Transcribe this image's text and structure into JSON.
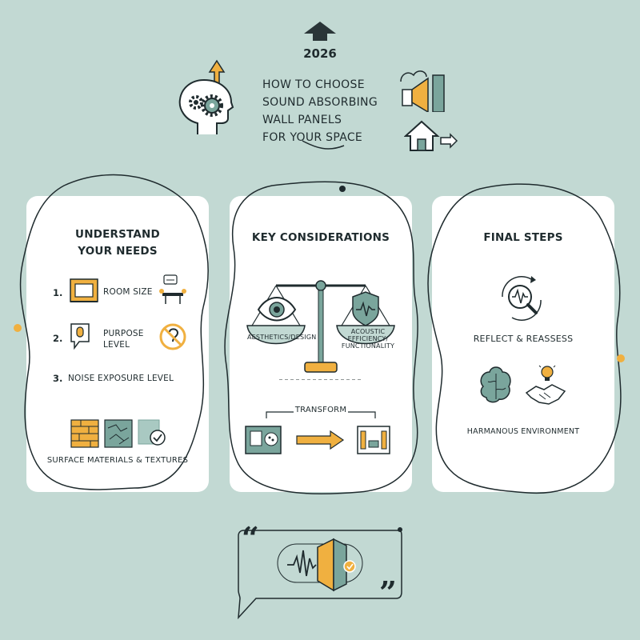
{
  "header": {
    "year": "2026",
    "title_lines": [
      "HOW TO CHOOSE",
      "SOUND ABSORBING",
      "WALL PANELS",
      "FOR YOUR SPACE"
    ]
  },
  "panels": {
    "needs": {
      "title_lines": [
        "UNDERSTAND",
        "YOUR NEEDS"
      ],
      "items": [
        {
          "num": "1.",
          "label": "ROOM SIZE"
        },
        {
          "num": "2.",
          "label_lines": [
            "PURPOSE",
            "LEVEL"
          ]
        },
        {
          "num": "3.",
          "label": "NOISE EXPOSURE LEVEL"
        }
      ],
      "materials_label": "SURFACE MATERIALS & TEXTURES"
    },
    "considerations": {
      "title": "KEY CONSIDERATIONS",
      "left_pan": "AESTHETICS/DESIGN",
      "right_pan_lines": [
        "ACOUSTIC",
        "EFFICIENCY/",
        "FUNCTIONALITY"
      ],
      "transform_label": "TRANSFORM"
    },
    "final": {
      "title": "FINAL STEPS",
      "reflect_label": "REFLECT & REASSESS",
      "environment_label": "HARMANOUS ENVIRONMENT"
    }
  },
  "quote": {
    "open": "“",
    "close": "”"
  },
  "colors": {
    "background": "#c2d9d3",
    "accent": "#f0b040",
    "ink": "#1f2b2e",
    "teal": "#7aa59c",
    "panel": "#ffffff"
  }
}
